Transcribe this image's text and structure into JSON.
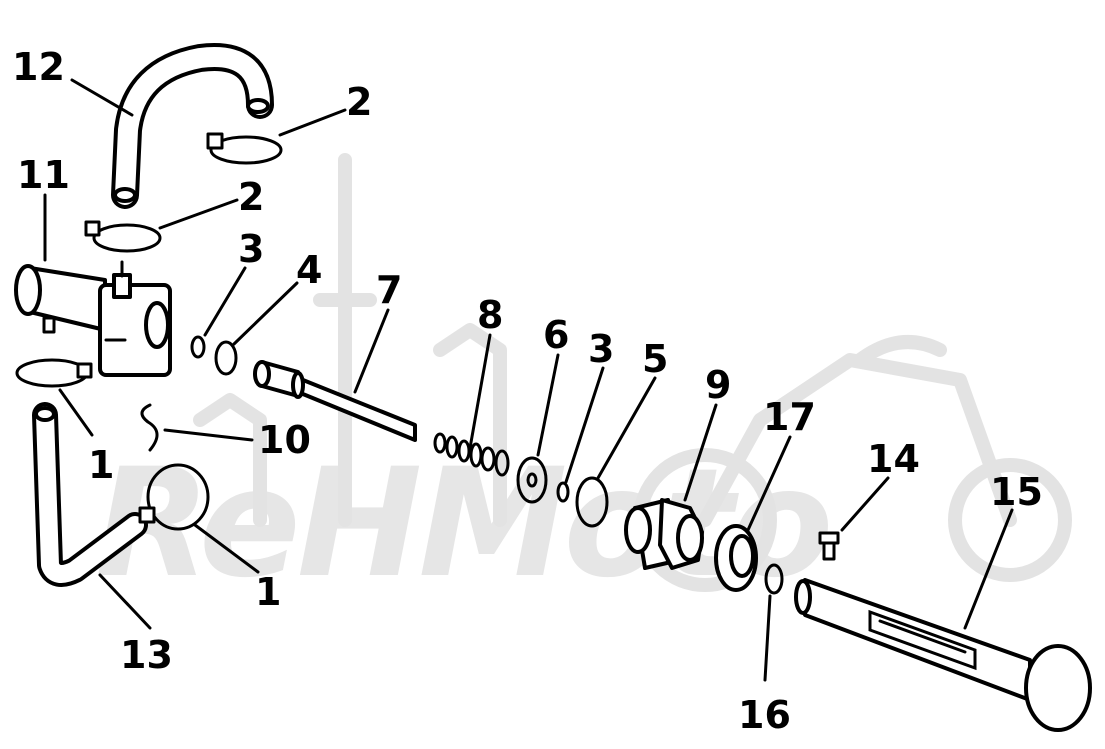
{
  "diagram": {
    "watermark_text": "ReHMoto",
    "callouts": [
      {
        "id": "c12",
        "label": "12"
      },
      {
        "id": "c2a",
        "label": "2"
      },
      {
        "id": "c11",
        "label": "11"
      },
      {
        "id": "c2b",
        "label": "2"
      },
      {
        "id": "c3a",
        "label": "3"
      },
      {
        "id": "c4",
        "label": "4"
      },
      {
        "id": "c7",
        "label": "7"
      },
      {
        "id": "c8",
        "label": "8"
      },
      {
        "id": "c6",
        "label": "6"
      },
      {
        "id": "c3b",
        "label": "3"
      },
      {
        "id": "c5",
        "label": "5"
      },
      {
        "id": "c9",
        "label": "9"
      },
      {
        "id": "c17",
        "label": "17"
      },
      {
        "id": "c14",
        "label": "14"
      },
      {
        "id": "c15",
        "label": "15"
      },
      {
        "id": "c1a",
        "label": "1"
      },
      {
        "id": "c10",
        "label": "10"
      },
      {
        "id": "c1b",
        "label": "1"
      },
      {
        "id": "c13",
        "label": "13"
      },
      {
        "id": "c16",
        "label": "16"
      }
    ]
  }
}
